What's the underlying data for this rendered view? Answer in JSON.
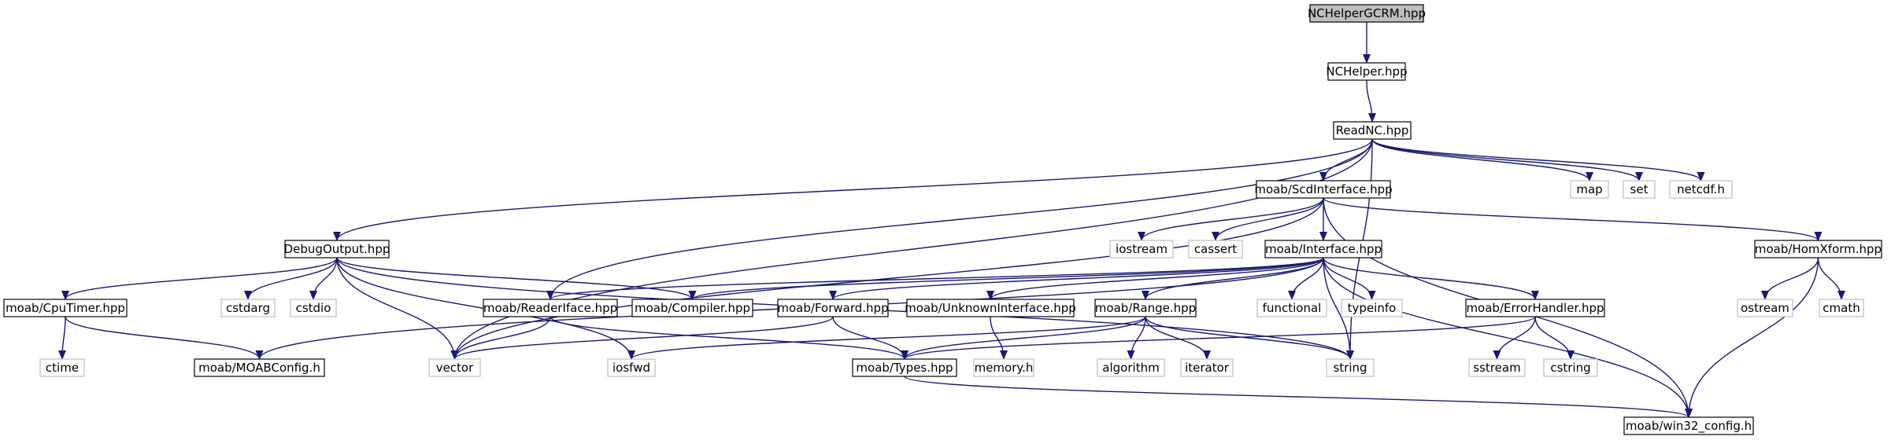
{
  "nodes": [
    {
      "id": "nchelpergcrm",
      "label": "NCHelperGCRM.hpp",
      "style": "root"
    },
    {
      "id": "nchelper",
      "label": "NCHelper.hpp",
      "style": "box"
    },
    {
      "id": "readnc",
      "label": "ReadNC.hpp",
      "style": "box"
    },
    {
      "id": "scdinterface",
      "label": "moab/ScdInterface.hpp",
      "style": "box"
    },
    {
      "id": "map",
      "label": "map",
      "style": "gray"
    },
    {
      "id": "set",
      "label": "set",
      "style": "gray"
    },
    {
      "id": "netcdf",
      "label": "netcdf.h",
      "style": "gray"
    },
    {
      "id": "debugoutput",
      "label": "DebugOutput.hpp",
      "style": "box"
    },
    {
      "id": "iostream",
      "label": "iostream",
      "style": "gray"
    },
    {
      "id": "cassert",
      "label": "cassert",
      "style": "gray"
    },
    {
      "id": "interface",
      "label": "moab/Interface.hpp",
      "style": "box"
    },
    {
      "id": "homxform",
      "label": "moab/HomXform.hpp",
      "style": "box"
    },
    {
      "id": "cputimer",
      "label": "moab/CpuTimer.hpp",
      "style": "box"
    },
    {
      "id": "cstdarg",
      "label": "cstdarg",
      "style": "gray"
    },
    {
      "id": "cstdio",
      "label": "cstdio",
      "style": "gray"
    },
    {
      "id": "readeriface",
      "label": "moab/ReaderIface.hpp",
      "style": "box"
    },
    {
      "id": "compiler",
      "label": "moab/Compiler.hpp",
      "style": "box"
    },
    {
      "id": "forward",
      "label": "moab/Forward.hpp",
      "style": "box"
    },
    {
      "id": "unknowninterface",
      "label": "moab/UnknownInterface.hpp",
      "style": "box"
    },
    {
      "id": "range",
      "label": "moab/Range.hpp",
      "style": "box"
    },
    {
      "id": "functional",
      "label": "functional",
      "style": "gray"
    },
    {
      "id": "typeinfo",
      "label": "typeinfo",
      "style": "gray"
    },
    {
      "id": "errorhandler",
      "label": "moab/ErrorHandler.hpp",
      "style": "box"
    },
    {
      "id": "ostream",
      "label": "ostream",
      "style": "gray"
    },
    {
      "id": "cmath",
      "label": "cmath",
      "style": "gray"
    },
    {
      "id": "ctime",
      "label": "ctime",
      "style": "gray"
    },
    {
      "id": "moabconfig",
      "label": "moab/MOABConfig.h",
      "style": "box"
    },
    {
      "id": "vector",
      "label": "vector",
      "style": "gray"
    },
    {
      "id": "iosfwd",
      "label": "iosfwd",
      "style": "gray"
    },
    {
      "id": "types",
      "label": "moab/Types.hpp",
      "style": "box"
    },
    {
      "id": "memory",
      "label": "memory.h",
      "style": "gray"
    },
    {
      "id": "algorithm",
      "label": "algorithm",
      "style": "gray"
    },
    {
      "id": "iterator",
      "label": "iterator",
      "style": "gray"
    },
    {
      "id": "string",
      "label": "string",
      "style": "gray"
    },
    {
      "id": "sstream",
      "label": "sstream",
      "style": "gray"
    },
    {
      "id": "cstring",
      "label": "cstring",
      "style": "gray"
    },
    {
      "id": "win32config",
      "label": "moab/win32_config.h",
      "style": "box"
    }
  ],
  "edges": [
    [
      "nchelpergcrm",
      "nchelper"
    ],
    [
      "nchelper",
      "readnc"
    ],
    [
      "readnc",
      "debugoutput"
    ],
    [
      "readnc",
      "vector"
    ],
    [
      "readnc",
      "readeriface"
    ],
    [
      "readnc",
      "scdinterface"
    ],
    [
      "readnc",
      "map"
    ],
    [
      "readnc",
      "set"
    ],
    [
      "readnc",
      "netcdf"
    ],
    [
      "readnc",
      "string"
    ],
    [
      "scdinterface",
      "vector"
    ],
    [
      "scdinterface",
      "iostream"
    ],
    [
      "scdinterface",
      "cassert"
    ],
    [
      "scdinterface",
      "interface"
    ],
    [
      "scdinterface",
      "homxform"
    ],
    [
      "scdinterface",
      "win32config"
    ],
    [
      "debugoutput",
      "cputimer"
    ],
    [
      "debugoutput",
      "cstdarg"
    ],
    [
      "debugoutput",
      "cstdio"
    ],
    [
      "debugoutput",
      "vector"
    ],
    [
      "debugoutput",
      "iosfwd"
    ],
    [
      "debugoutput",
      "compiler"
    ],
    [
      "debugoutput",
      "string"
    ],
    [
      "interface",
      "moabconfig"
    ],
    [
      "interface",
      "readeriface"
    ],
    [
      "interface",
      "compiler"
    ],
    [
      "interface",
      "forward"
    ],
    [
      "interface",
      "unknowninterface"
    ],
    [
      "interface",
      "range"
    ],
    [
      "interface",
      "functional"
    ],
    [
      "interface",
      "typeinfo"
    ],
    [
      "interface",
      "string"
    ],
    [
      "interface",
      "errorhandler"
    ],
    [
      "interface",
      "win32config"
    ],
    [
      "homxform",
      "ostream"
    ],
    [
      "homxform",
      "cmath"
    ],
    [
      "homxform",
      "win32config"
    ],
    [
      "cputimer",
      "ctime"
    ],
    [
      "cputimer",
      "moabconfig"
    ],
    [
      "readeriface",
      "vector"
    ],
    [
      "readeriface",
      "types"
    ],
    [
      "forward",
      "vector"
    ],
    [
      "forward",
      "types"
    ],
    [
      "unknowninterface",
      "memory"
    ],
    [
      "range",
      "iosfwd"
    ],
    [
      "range",
      "types"
    ],
    [
      "range",
      "algorithm"
    ],
    [
      "range",
      "iterator"
    ],
    [
      "range",
      "string"
    ],
    [
      "errorhandler",
      "types"
    ],
    [
      "errorhandler",
      "sstream"
    ],
    [
      "errorhandler",
      "cstring"
    ],
    [
      "types",
      "win32config"
    ]
  ],
  "colors": {
    "edge": "#191970",
    "box_border": "#000000",
    "gray_border": "#bfbfbf",
    "root_fill": "#bfbfbf",
    "box_fill": "#ffffff"
  }
}
